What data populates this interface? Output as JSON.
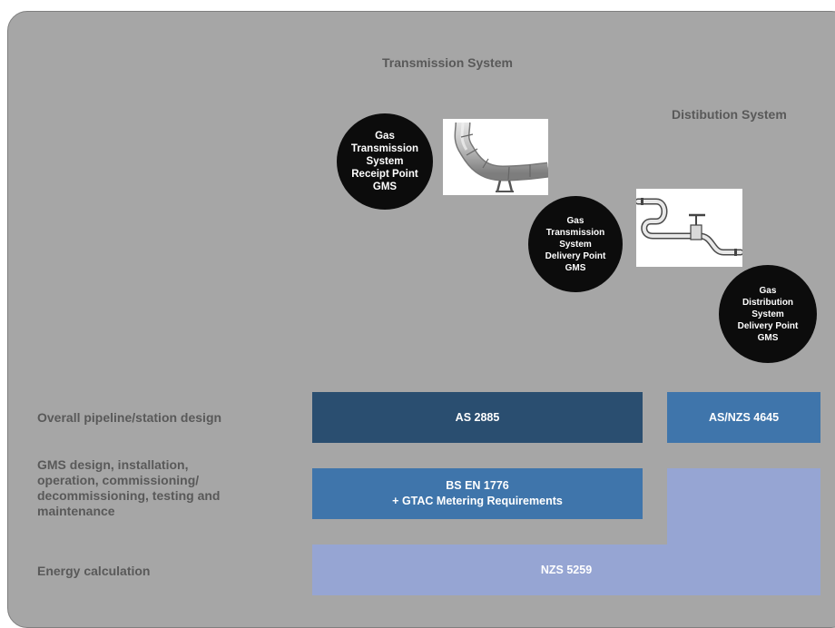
{
  "titles": {
    "transmission": "Transmission System",
    "distribution": "Distibution System"
  },
  "nodes": [
    {
      "label": "Gas\nTransmission\nSystem\nReceipt Point\nGMS"
    },
    {
      "label": "Gas\nTransmission\nSystem\nDelivery Point\nGMS"
    },
    {
      "label": "Gas\nDistribution\nSystem\nDelivery Point\nGMS"
    }
  ],
  "images": [
    {
      "icon": "transmission-pipeline-image"
    },
    {
      "icon": "distribution-pipe-valve-image"
    }
  ],
  "rows": [
    {
      "label": "Overall pipeline/station design"
    },
    {
      "label": "GMS design, installation,\noperation, commissioning/\ndecommissioning, testing and\nmaintenance"
    },
    {
      "label": "Energy calculation"
    }
  ],
  "standards": {
    "as2885": "AS 2885",
    "asnzs4645": "AS/NZS 4645",
    "bsen1776": "BS EN 1776\n+ GTAC Metering Requirements",
    "nzs5259": "NZS 5259"
  },
  "colors": {
    "background": "#a6a6a6",
    "dark_blue": "#2a4e70",
    "mid_blue": "#3f75ab",
    "light_blue": "#96a5d3",
    "node": "#0c0c0c",
    "label_text": "#595959"
  }
}
